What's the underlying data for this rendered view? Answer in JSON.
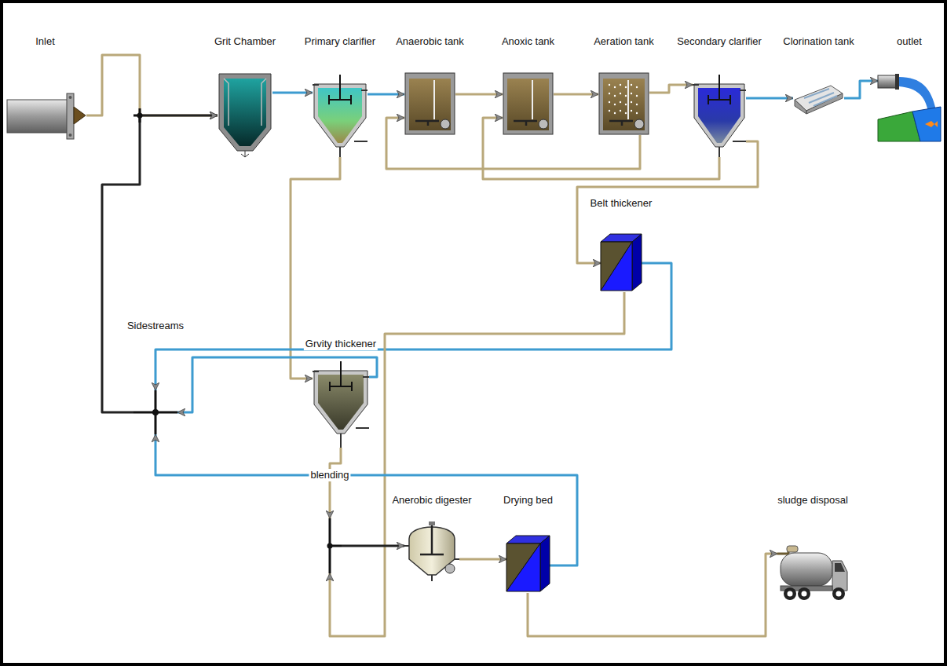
{
  "diagram": {
    "nodes": [
      {
        "text": [
          "Inlet"
        ]
      },
      {
        "text": [
          "Grit Chamber"
        ]
      },
      {
        "text": [
          "Primary clarifier"
        ]
      },
      {
        "text": [
          "Anaerobic tank"
        ]
      },
      {
        "text": [
          "Anoxic tank"
        ]
      },
      {
        "text": [
          "Aeration tank"
        ]
      },
      {
        "text": [
          "Secondary clarifier"
        ]
      },
      {
        "text": [
          "Clorination tank"
        ]
      },
      {
        "text": [
          "outlet"
        ]
      },
      {
        "text": [
          "Belt thickener"
        ]
      },
      {
        "text": [
          "Sidestreams"
        ]
      },
      {
        "text": [
          "Grvity thickener"
        ]
      },
      {
        "text": [
          "blending"
        ]
      },
      {
        "text": [
          "Anerobic digester"
        ]
      },
      {
        "text": [
          "Drying bed"
        ]
      },
      {
        "text": [
          "sludge disposal"
        ]
      }
    ],
    "edges": [
      {
        "from": 0,
        "to": 1,
        "arrow": "to"
      },
      {
        "from": 10,
        "to": 1,
        "arrow": "to"
      },
      {
        "from": 1,
        "to": 2,
        "arrow": "to"
      },
      {
        "from": 2,
        "to": 3,
        "arrow": "to"
      },
      {
        "from": 2,
        "to": 11,
        "arrow": "to"
      },
      {
        "from": 3,
        "to": 4,
        "arrow": "to"
      },
      {
        "from": 4,
        "to": 5,
        "arrow": "to"
      },
      {
        "from": 5,
        "to": 6,
        "arrow": "to"
      },
      {
        "from": 6,
        "to": 7,
        "arrow": "to"
      },
      {
        "from": 7,
        "to": 8,
        "arrow": "to"
      },
      {
        "from": 5,
        "to": 3,
        "arrow": "to"
      },
      {
        "from": 6,
        "to": 4,
        "arrow": "to"
      },
      {
        "from": 6,
        "to": 9,
        "arrow": "to"
      },
      {
        "from": 9,
        "to": 10,
        "arrow": "to"
      },
      {
        "from": 11,
        "to": 10,
        "arrow": "to"
      },
      {
        "from": 9,
        "to": 12,
        "arrow": "to"
      },
      {
        "from": 11,
        "to": 12,
        "arrow": "to"
      },
      {
        "from": 12,
        "to": 13,
        "arrow": "to"
      },
      {
        "from": 13,
        "to": 14,
        "arrow": "to"
      },
      {
        "from": 14,
        "to": 10,
        "arrow": "to"
      },
      {
        "from": 14,
        "to": 15,
        "arrow": "to"
      }
    ]
  }
}
